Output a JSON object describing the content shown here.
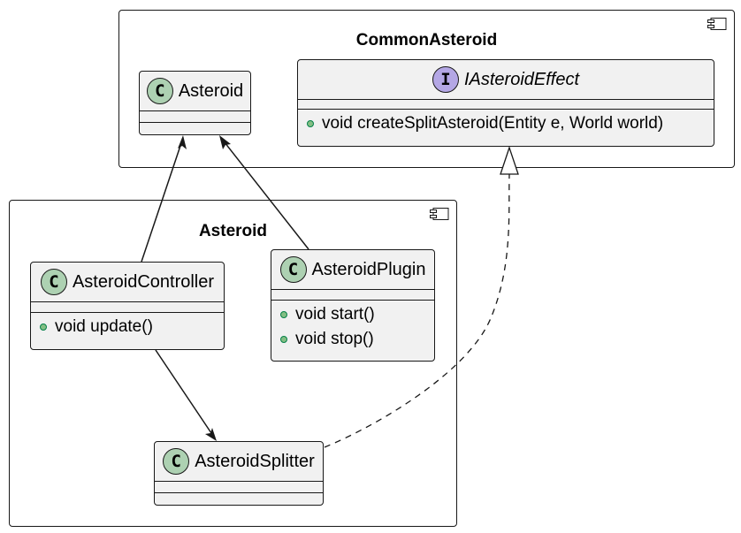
{
  "packages": {
    "common": {
      "title": "CommonAsteroid"
    },
    "asteroid": {
      "title": "Asteroid"
    }
  },
  "classes": {
    "asteroid": {
      "stereotype": "C",
      "name": "Asteroid"
    },
    "iasteroideffect": {
      "stereotype": "I",
      "name": "IAsteroidEffect",
      "methods": [
        "void createSplitAsteroid(Entity e, World world)"
      ]
    },
    "controller": {
      "stereotype": "C",
      "name": "AsteroidController",
      "methods": [
        "void update()"
      ]
    },
    "plugin": {
      "stereotype": "C",
      "name": "AsteroidPlugin",
      "methods": [
        "void start()",
        "void stop()"
      ]
    },
    "splitter": {
      "stereotype": "C",
      "name": "AsteroidSplitter"
    }
  },
  "colors": {
    "class_fill": "#f1f1f1",
    "class_circle": "#add1b2",
    "interface_circle": "#b4a7e5",
    "method_dot": "#84be84",
    "line": "#181818"
  },
  "relations": [
    {
      "from": "AsteroidController",
      "to": "Asteroid",
      "type": "association"
    },
    {
      "from": "AsteroidPlugin",
      "to": "Asteroid",
      "type": "association"
    },
    {
      "from": "AsteroidController",
      "to": "AsteroidSplitter",
      "type": "association"
    },
    {
      "from": "AsteroidSplitter",
      "to": "IAsteroidEffect",
      "type": "realization"
    }
  ]
}
